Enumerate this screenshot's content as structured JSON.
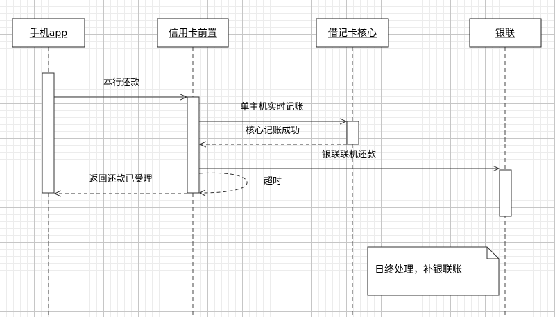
{
  "participants": [
    {
      "id": "app",
      "label": "手机app"
    },
    {
      "id": "front",
      "label": "信用卡前置"
    },
    {
      "id": "core",
      "label": "借记卡核心"
    },
    {
      "id": "unionpay",
      "label": "银联"
    }
  ],
  "messages": {
    "repay_request": "本行还款",
    "single_host_posting": "单主机实时记账",
    "core_posting_success": "核心记账成功",
    "unionpay_online_repay": "银联联机还款",
    "timeout": "超时",
    "repay_accepted": "返回还款已受理"
  },
  "note": {
    "text": "日终处理，补银联账"
  }
}
